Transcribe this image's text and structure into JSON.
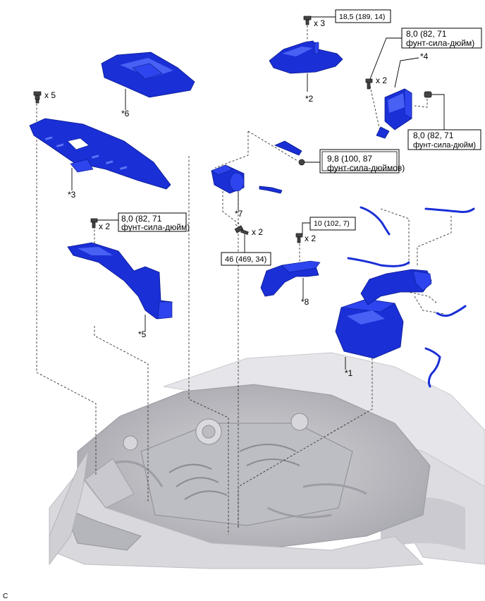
{
  "parts": [
    {
      "id": "p1",
      "label": "*1"
    },
    {
      "id": "p2",
      "label": "*2"
    },
    {
      "id": "p3",
      "label": "*3"
    },
    {
      "id": "p4",
      "label": "*4"
    },
    {
      "id": "p5",
      "label": "*5"
    },
    {
      "id": "p6",
      "label": "*6"
    },
    {
      "id": "p7",
      "label": "*7"
    },
    {
      "id": "p8",
      "label": "*8"
    }
  ],
  "quantities": {
    "q2": "x 3",
    "q3": "x 5",
    "q4": "x 2",
    "q5": "x 2",
    "q7": "x 2",
    "q8": "x 2"
  },
  "torques": {
    "t2": "18,5 (189, 14)",
    "t4a_l1": "8,0 (82, 71",
    "t4a_l2": "фунт-сила-дюйм)",
    "t4b_l1": "8,0 (82, 71",
    "t4b_l2": "фунт-сила-дюйм)",
    "t9_l1": "9,8 (100, 87",
    "t9_l2": "фунт-сила-дюймов)",
    "t5_l1": "8,0 (82, 71",
    "t5_l2": "фунт-сила-дюйм)",
    "t7": "46 (469, 34)",
    "t8": "10 (102, 7)"
  },
  "footer_code": "C"
}
